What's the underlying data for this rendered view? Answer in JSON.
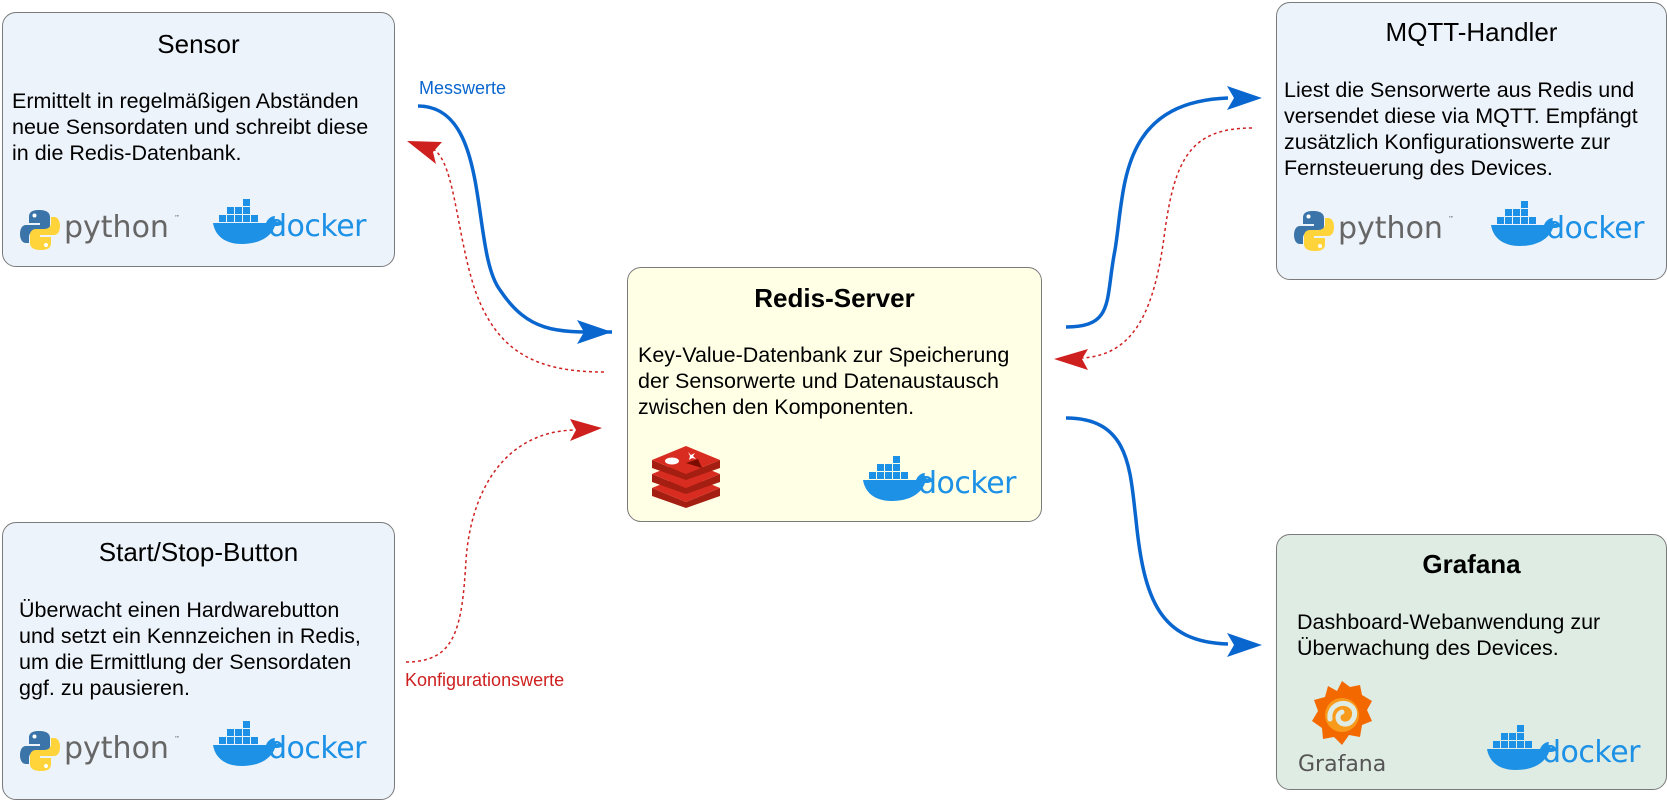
{
  "boxes": {
    "sensor": {
      "title": "Sensor",
      "description": "Ermittelt in regelmäßigen Abständen\nneue Sensordaten und schreibt diese\nin die Redis-Datenbank.",
      "logos": [
        "python",
        "docker"
      ]
    },
    "mqtt": {
      "title": "MQTT-Handler",
      "description": "Liest die Sensorwerte aus Redis und\nversendet diese via MQTT. Empfängt\nzusätzlich Konfigurationswerte zur\nFernsteuerung des Devices.",
      "logos": [
        "python",
        "docker"
      ]
    },
    "redis": {
      "title": "Redis-Server",
      "description": "Key-Value-Datenbank zur Speicherung\nder Sensorwerte und Datenaustausch\nzwischen den Komponenten.",
      "logos": [
        "redis",
        "docker"
      ]
    },
    "button": {
      "title": "Start/Stop-Button",
      "description": "Überwacht einen Hardwarebutton\nund setzt ein Kennzeichen in Redis,\num die Ermittlung der Sensordaten\nggf. zu pausieren.",
      "logos": [
        "python",
        "docker"
      ]
    },
    "grafana": {
      "title": "Grafana",
      "description": "Dashboard-Webanwendung zur\nÜberwachung des Devices.",
      "logos": [
        "grafana",
        "docker"
      ]
    }
  },
  "logo_text": {
    "python": "python",
    "python_tm": "™",
    "docker": "docker",
    "grafana": "Grafana"
  },
  "edge_labels": {
    "messwerte": "Messwerte",
    "konfigurationswerte": "Konfigurationswerte"
  },
  "colors": {
    "box_blue": "#edf3fa",
    "box_yellow": "#ffffe6",
    "box_green": "#dfece3",
    "edge_blue": "#0a66cf",
    "edge_red": "#cf2020",
    "docker_blue": "#1d91e6",
    "python_blue": "#3b74a8",
    "python_yellow": "#ffd43b",
    "python_text": "#666666",
    "redis_red": "#d82c20",
    "grafana_orange": "#f46800"
  }
}
